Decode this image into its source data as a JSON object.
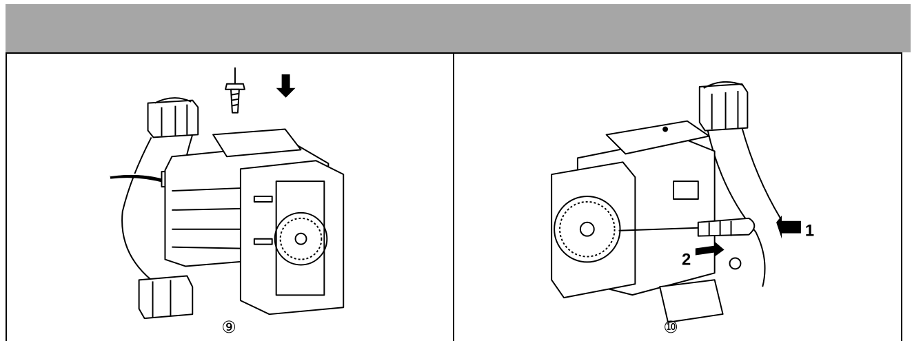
{
  "steps": [
    {
      "number": "⑨"
    },
    {
      "number": "⑩",
      "arrow_labels": [
        "1",
        "2"
      ]
    }
  ],
  "colors": {
    "band": "#a6a6a6",
    "line": "#000000",
    "background": "#ffffff"
  }
}
